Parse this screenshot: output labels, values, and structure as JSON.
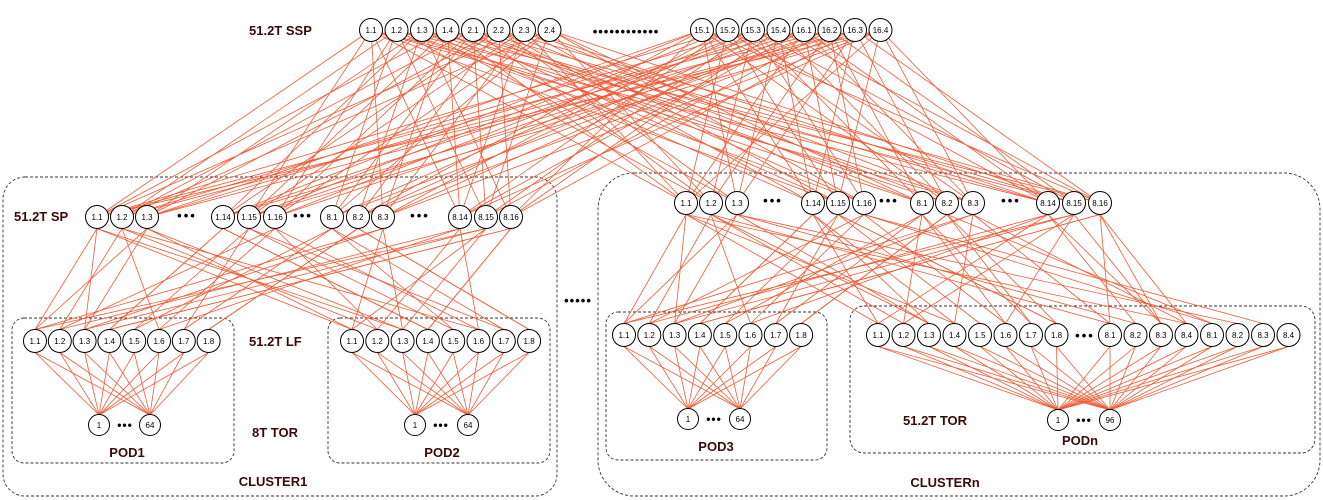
{
  "colors": {
    "link": "#f05a35",
    "label": "#3a0a0a",
    "node_stroke": "#000000"
  },
  "layer_labels": {
    "ssp": "51.2T SSP",
    "sp": "51.2T SP",
    "lf": "51.2T LF",
    "tor8": "8T TOR",
    "tor51": "51.2T TOR"
  },
  "group_labels": {
    "pod1": "POD1",
    "pod2": "POD2",
    "pod3": "POD3",
    "podn": "PODn",
    "cluster1": "CLUSTER1",
    "clustern": "CLUSTERn"
  },
  "ellipses": {
    "ssp": "••••••••••••",
    "sp": "•••",
    "mid": "•••••",
    "tor": "•••"
  },
  "ssp_nodes": {
    "left": [
      "1.1",
      "1.2",
      "1.3",
      "1.4",
      "2.1",
      "2.2",
      "2.3",
      "2.4"
    ],
    "right": [
      "15.1",
      "15.2",
      "15.3",
      "15.4",
      "16.1",
      "16.2",
      "16.3",
      "16.4"
    ]
  },
  "sp_nodes": {
    "g1": [
      "1.1",
      "1.2",
      "1.3"
    ],
    "g2": [
      "1.14",
      "1.15",
      "1.16"
    ],
    "g3": [
      "8.1",
      "8.2",
      "8.3"
    ],
    "g4": [
      "8.14",
      "8.15",
      "8.16"
    ]
  },
  "lf_nodes": {
    "pod_8": [
      "1.1",
      "1.2",
      "1.3",
      "1.4",
      "1.5",
      "1.6",
      "1.7",
      "1.8"
    ],
    "podn_a": [
      "1.1",
      "1.2",
      "1.3",
      "1.4",
      "1.5",
      "1.6",
      "1.7",
      "1.8"
    ],
    "podn_b": [
      "8.1",
      "8.2",
      "8.3",
      "8.4",
      "8.1",
      "8.2",
      "8.3",
      "8.4"
    ]
  },
  "tor_nodes": {
    "pod_first": "1",
    "pod_last": "64",
    "podn_last": "96"
  }
}
